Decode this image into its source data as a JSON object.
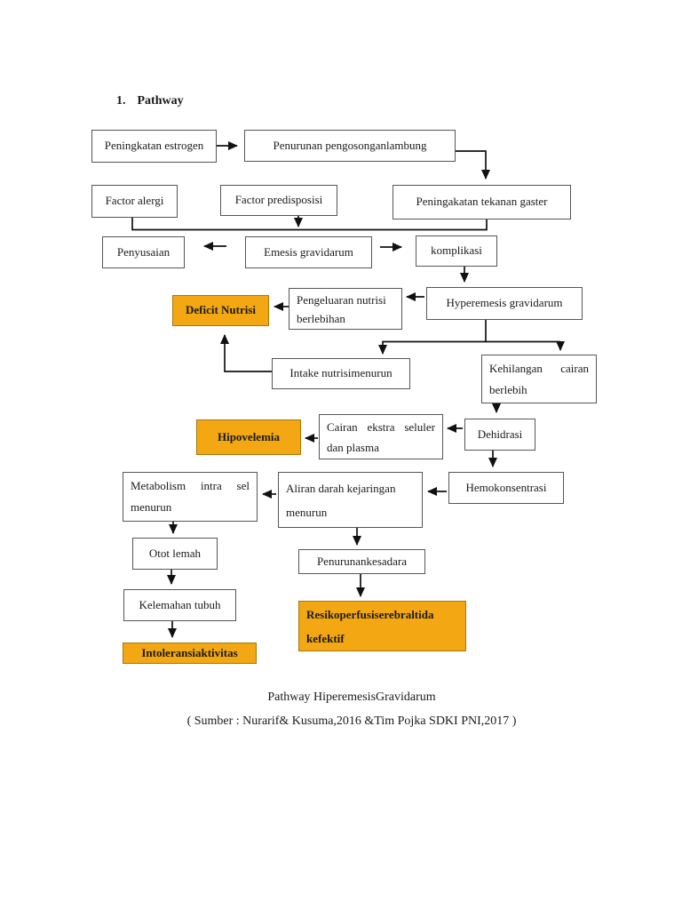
{
  "document": {
    "list_number": "1.",
    "title": "Pathway",
    "caption": "Pathway HiperemesisGravidarum",
    "source": "( Sumber : Nurarif& Kusuma,2016 &Tim Pojka SDKI PNI,2017 )"
  },
  "colors": {
    "highlight_fill": "#F3A712",
    "box_border": "#565656",
    "arrow": "#111111",
    "text": "#1a1a1a"
  },
  "nodes": {
    "peningkatan_estrogen": {
      "label": "Peningkatan estrogen",
      "highlighted": false
    },
    "penurunan_pengosongan": {
      "label": "Penurunan pengosonganlambung",
      "highlighted": false
    },
    "factor_alergi": {
      "label": "Factor alergi",
      "highlighted": false
    },
    "factor_predisposisi": {
      "label": "Factor predisposisi",
      "highlighted": false
    },
    "peningakatan_tekanan_gaster": {
      "label": "Peningakatan tekanan gaster",
      "highlighted": false
    },
    "penyusaian": {
      "label": "Penyusaian",
      "highlighted": false
    },
    "emesis_gravidarum": {
      "label": "Emesis gravidarum",
      "highlighted": false
    },
    "komplikasi": {
      "label": "komplikasi",
      "highlighted": false
    },
    "hyperemesis_gravidarum": {
      "label": "Hyperemesis gravidarum",
      "highlighted": false
    },
    "pengeluaran_nutrisi": {
      "lines": [
        "Pengeluaran nutrisi",
        "berlebihan"
      ],
      "highlighted": false
    },
    "deficit_nutrisi": {
      "label": "Deficit Nutrisi",
      "highlighted": true
    },
    "intake_nutrisi": {
      "label": "Intake nutrisimenurun",
      "highlighted": false
    },
    "kehilangan_cairan": {
      "lines": [
        "Kehilangan cairan",
        "berlebih"
      ],
      "highlighted": false
    },
    "dehidrasi": {
      "label": "Dehidrasi",
      "highlighted": false
    },
    "cairan_ekstra": {
      "lines": [
        "Cairan ekstra seluler",
        "dan plasma"
      ],
      "highlighted": false
    },
    "hipovelemia": {
      "label": "Hipovelemia",
      "highlighted": true
    },
    "hemokonsentrasi": {
      "label": "Hemokonsentrasi",
      "highlighted": false
    },
    "aliran_darah": {
      "lines": [
        "Aliran darah kejaringan",
        "menurun"
      ],
      "highlighted": false
    },
    "metabolism": {
      "lines": [
        "Metabolism intra sel",
        "menurun"
      ],
      "highlighted": false
    },
    "otot_lemah": {
      "label": "Otot lemah",
      "highlighted": false
    },
    "penurunan_kesadaran": {
      "label": "Penurunankesadara",
      "highlighted": false
    },
    "kelemahan_tubuh": {
      "label": "Kelemahan tubuh",
      "highlighted": false
    },
    "resiko_perfusi": {
      "lines": [
        "Resikoperfusiserebraltida",
        "kefektif"
      ],
      "highlighted": true
    },
    "intoleransi_aktivitas": {
      "label": "Intoleransiaktivitas",
      "highlighted": true
    }
  },
  "edges": [
    {
      "from": "Peningkatan estrogen",
      "to": "Penurunan pengosonganlambung"
    },
    {
      "from": "Penurunan pengosonganlambung",
      "to": "Peningakatan tekanan gaster"
    },
    {
      "from": "Factor alergi",
      "to": "Emesis gravidarum"
    },
    {
      "from": "Factor predisposisi",
      "to": "Emesis gravidarum"
    },
    {
      "from": "Peningakatan tekanan gaster",
      "to": "Emesis gravidarum"
    },
    {
      "from": "Emesis gravidarum",
      "to": "Penyusaian"
    },
    {
      "from": "Emesis gravidarum",
      "to": "komplikasi"
    },
    {
      "from": "komplikasi",
      "to": "Hyperemesis gravidarum"
    },
    {
      "from": "Hyperemesis gravidarum",
      "to": "Pengeluaran nutrisi berlebihan"
    },
    {
      "from": "Pengeluaran nutrisi berlebihan",
      "to": "Deficit Nutrisi"
    },
    {
      "from": "Hyperemesis gravidarum",
      "to": "Intake nutrisimenurun"
    },
    {
      "from": "Hyperemesis gravidarum",
      "to": "Kehilangan cairan berlebih"
    },
    {
      "from": "Intake nutrisimenurun",
      "to": "Deficit Nutrisi"
    },
    {
      "from": "Kehilangan cairan berlebih",
      "to": "Dehidrasi"
    },
    {
      "from": "Dehidrasi",
      "to": "Cairan ekstra seluler dan plasma"
    },
    {
      "from": "Cairan ekstra seluler dan plasma",
      "to": "Hipovelemia"
    },
    {
      "from": "Dehidrasi",
      "to": "Hemokonsentrasi"
    },
    {
      "from": "Hemokonsentrasi",
      "to": "Aliran darah kejaringan menurun"
    },
    {
      "from": "Aliran darah kejaringan menurun",
      "to": "Metabolism intra sel menurun"
    },
    {
      "from": "Aliran darah kejaringan menurun",
      "to": "Penurunankesadara"
    },
    {
      "from": "Metabolism intra sel menurun",
      "to": "Otot lemah"
    },
    {
      "from": "Otot lemah",
      "to": "Kelemahan tubuh"
    },
    {
      "from": "Kelemahan tubuh",
      "to": "Intoleransiaktivitas"
    },
    {
      "from": "Penurunankesadara",
      "to": "Resikoperfusiserebraltida kefektif"
    }
  ]
}
